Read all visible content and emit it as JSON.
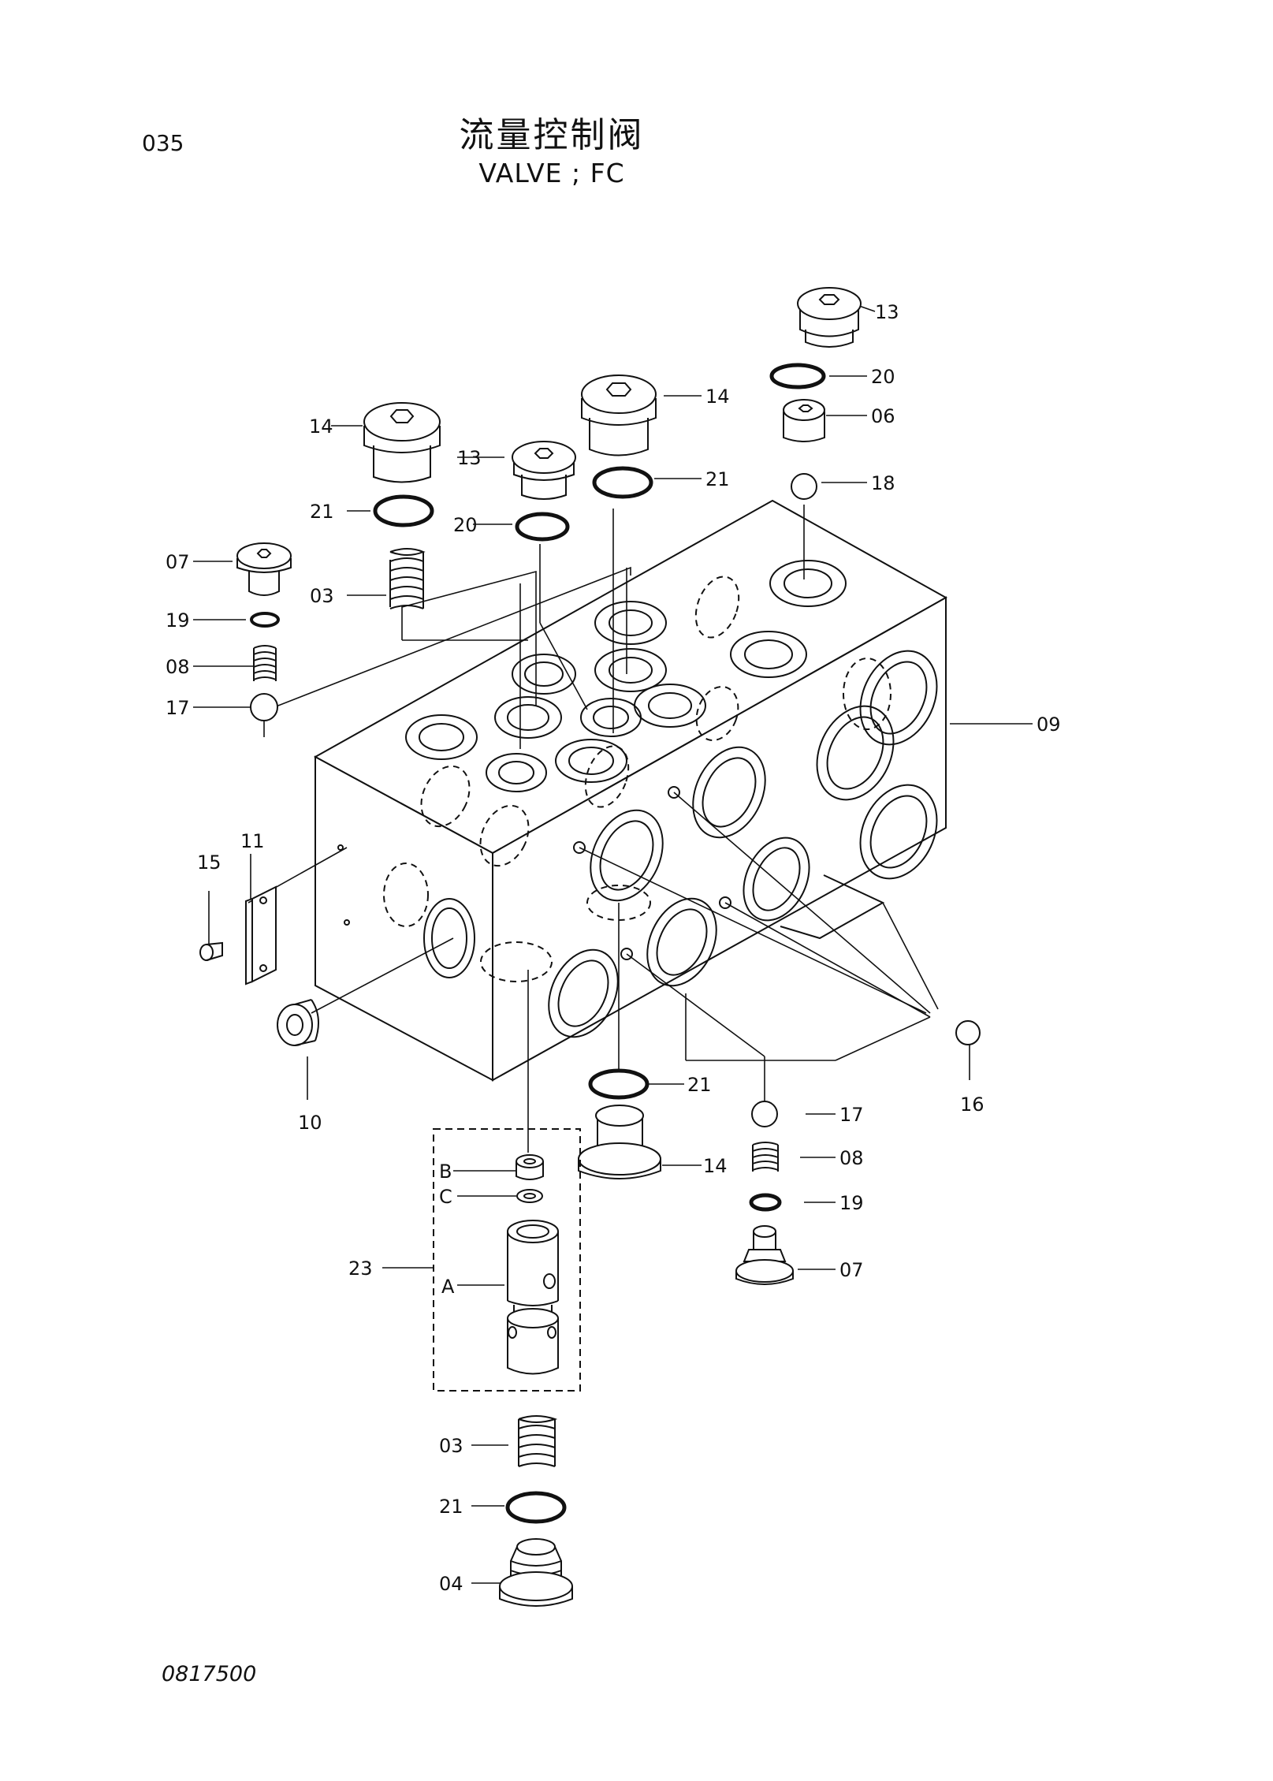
{
  "page_number": "035",
  "title_cn": "流量控制阀",
  "title_en": "VALVE ; FC",
  "drawing_number": "0817500",
  "callouts": {
    "c13_top": "13",
    "c20_top": "20",
    "c06": "06",
    "c18": "18",
    "c14_mid": "14",
    "c21_mid": "21",
    "c14_left": "14",
    "c21_left": "21",
    "c03_left": "03",
    "c13_left": "13",
    "c20_left": "20",
    "c07_left": "07",
    "c19_left": "19",
    "c08_left": "08",
    "c17_left": "17",
    "c09": "09",
    "c11": "11",
    "c15": "15",
    "c10": "10",
    "c16": "16",
    "c21_bottom": "21",
    "c14_bottom": "14",
    "c17_right": "17",
    "c08_right": "08",
    "c19_right": "19",
    "c07_right": "07",
    "c23": "23",
    "cB": "B",
    "cC": "C",
    "cA": "A",
    "c03_bottom": "03",
    "c21_lowest": "21",
    "c04": "04"
  }
}
